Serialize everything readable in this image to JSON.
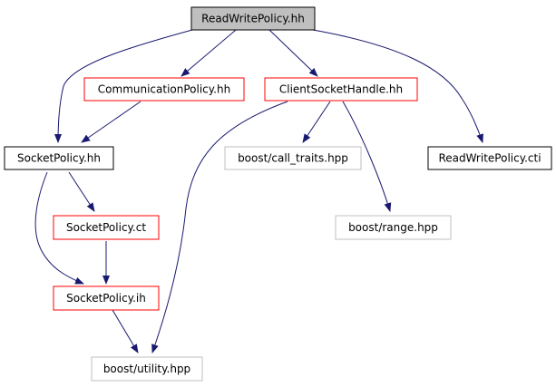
{
  "colors": {
    "edge": "#191970",
    "border_black": "#000000",
    "border_red": "#ff0000",
    "border_gray": "#bfbfbf",
    "fill_root": "#bfbfbf",
    "fill_default": "#ffffff"
  },
  "nodes": [
    {
      "id": "readwritepolicy_hh",
      "label": "ReadWritePolicy.hh",
      "style": "root"
    },
    {
      "id": "communicationpolicy_hh",
      "label": "CommunicationPolicy.hh",
      "style": "red"
    },
    {
      "id": "clientsockethandle_hh",
      "label": "ClientSocketHandle.hh",
      "style": "red"
    },
    {
      "id": "socketpolicy_hh",
      "label": "SocketPolicy.hh",
      "style": "black"
    },
    {
      "id": "boost_call_traits",
      "label": "boost/call_traits.hpp",
      "style": "gray"
    },
    {
      "id": "readwritepolicy_cti",
      "label": "ReadWritePolicy.cti",
      "style": "black"
    },
    {
      "id": "socketpolicy_ct",
      "label": "SocketPolicy.ct",
      "style": "red"
    },
    {
      "id": "boost_range",
      "label": "boost/range.hpp",
      "style": "gray"
    },
    {
      "id": "socketpolicy_ih",
      "label": "SocketPolicy.ih",
      "style": "red"
    },
    {
      "id": "boost_utility",
      "label": "boost/utility.hpp",
      "style": "gray"
    }
  ],
  "edges": [
    {
      "from": "readwritepolicy_hh",
      "to": "socketpolicy_hh"
    },
    {
      "from": "readwritepolicy_hh",
      "to": "communicationpolicy_hh"
    },
    {
      "from": "readwritepolicy_hh",
      "to": "clientsockethandle_hh"
    },
    {
      "from": "readwritepolicy_hh",
      "to": "readwritepolicy_cti"
    },
    {
      "from": "communicationpolicy_hh",
      "to": "socketpolicy_hh"
    },
    {
      "from": "clientsockethandle_hh",
      "to": "boost_call_traits"
    },
    {
      "from": "clientsockethandle_hh",
      "to": "boost_range"
    },
    {
      "from": "clientsockethandle_hh",
      "to": "boost_utility"
    },
    {
      "from": "socketpolicy_hh",
      "to": "socketpolicy_ct"
    },
    {
      "from": "socketpolicy_hh",
      "to": "socketpolicy_ih"
    },
    {
      "from": "socketpolicy_ct",
      "to": "socketpolicy_ih"
    },
    {
      "from": "socketpolicy_ih",
      "to": "boost_utility"
    }
  ]
}
